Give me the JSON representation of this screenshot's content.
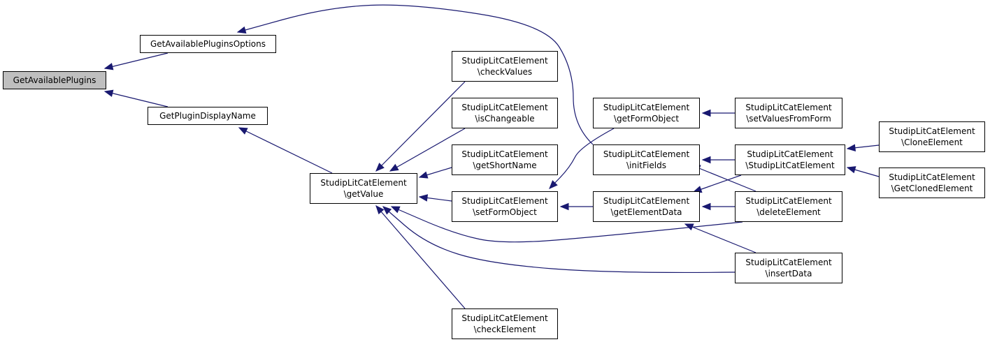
{
  "colors": {
    "edge": "#191970",
    "border": "#000000",
    "root_fill": "#bfbfbf",
    "node_fill": "#ffffff"
  },
  "nodes": {
    "gap": {
      "lines": [
        "GetAvailablePlugins"
      ]
    },
    "gapo": {
      "lines": [
        "GetAvailablePluginsOptions"
      ]
    },
    "gpdn": {
      "lines": [
        "GetPluginDisplayName"
      ]
    },
    "gv": {
      "lines": [
        "StudipLitCatElement",
        "\\getValue"
      ]
    },
    "cv": {
      "lines": [
        "StudipLitCatElement",
        "\\checkValues"
      ]
    },
    "ic": {
      "lines": [
        "StudipLitCatElement",
        "\\isChangeable"
      ]
    },
    "gsn": {
      "lines": [
        "StudipLitCatElement",
        "\\getShortName"
      ]
    },
    "sfo": {
      "lines": [
        "StudipLitCatElement",
        "\\setFormObject"
      ]
    },
    "ce": {
      "lines": [
        "StudipLitCatElement",
        "\\checkElement"
      ]
    },
    "gfo": {
      "lines": [
        "StudipLitCatElement",
        "\\getFormObject"
      ]
    },
    "inf": {
      "lines": [
        "StudipLitCatElement",
        "\\initFields"
      ]
    },
    "ged": {
      "lines": [
        "StudipLitCatElement",
        "\\getElementData"
      ]
    },
    "svff": {
      "lines": [
        "StudipLitCatElement",
        "\\setValuesFromForm"
      ]
    },
    "slce": {
      "lines": [
        "StudipLitCatElement",
        "\\StudipLitCatElement"
      ]
    },
    "de": {
      "lines": [
        "StudipLitCatElement",
        "\\deleteElement"
      ]
    },
    "ind": {
      "lines": [
        "StudipLitCatElement",
        "\\insertData"
      ]
    },
    "clone": {
      "lines": [
        "StudipLitCatElement",
        "\\CloneElement"
      ]
    },
    "gce": {
      "lines": [
        "StudipLitCatElement",
        "\\GetClonedElement"
      ]
    }
  },
  "edges": [
    {
      "from": "gapo",
      "to": "gap"
    },
    {
      "from": "gpdn",
      "to": "gap"
    },
    {
      "from": "inf",
      "to": "gapo"
    },
    {
      "from": "gv",
      "to": "gpdn"
    },
    {
      "from": "cv",
      "to": "gv"
    },
    {
      "from": "ic",
      "to": "gv"
    },
    {
      "from": "gsn",
      "to": "gv"
    },
    {
      "from": "sfo",
      "to": "gv"
    },
    {
      "from": "ce",
      "to": "gv"
    },
    {
      "from": "de",
      "to": "gv"
    },
    {
      "from": "ind",
      "to": "gv"
    },
    {
      "from": "gfo",
      "to": "sfo"
    },
    {
      "from": "ged",
      "to": "sfo"
    },
    {
      "from": "svff",
      "to": "gfo"
    },
    {
      "from": "slce",
      "to": "inf"
    },
    {
      "from": "de",
      "to": "inf"
    },
    {
      "from": "slce",
      "to": "ged"
    },
    {
      "from": "de",
      "to": "ged"
    },
    {
      "from": "ind",
      "to": "ged"
    },
    {
      "from": "clone",
      "to": "slce"
    },
    {
      "from": "gce",
      "to": "slce"
    }
  ]
}
